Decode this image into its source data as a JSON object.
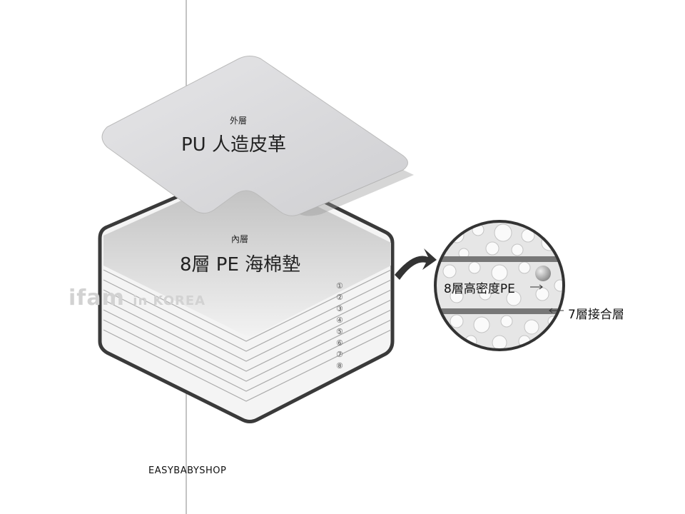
{
  "outer_layer": {
    "caption": "外層",
    "title": "PU 人造皮革"
  },
  "inner_layer": {
    "caption": "內層",
    "title": "8層 PE 海棉墊"
  },
  "layer_numbers": [
    "①",
    "②",
    "③",
    "④",
    "⑤",
    "⑥",
    "⑦",
    "⑧"
  ],
  "detail": {
    "foam_label": "8層高密度PE",
    "bond_label": "7層接合層"
  },
  "watermark": {
    "brand": "ifam",
    "suffix": "in KOREA"
  },
  "shop_name": "EASYBABYSHOP",
  "colors": {
    "outline": "#3a3a3a",
    "card": "#d9d9db",
    "band": "#777777"
  }
}
